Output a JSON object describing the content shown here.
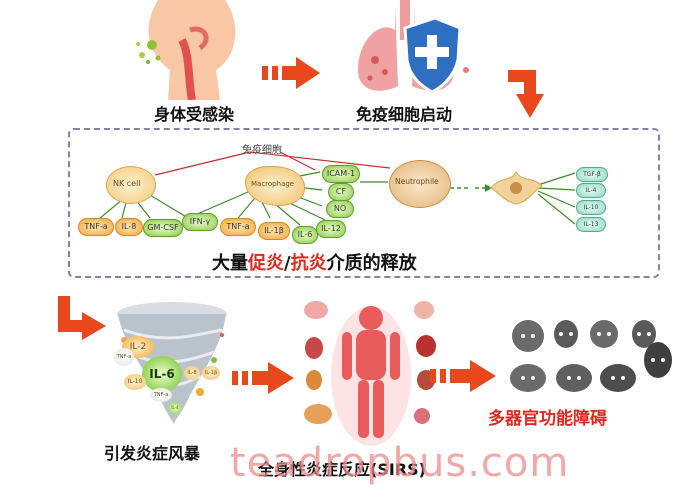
{
  "steps": {
    "infection": "身体受感染",
    "immune_start": "免疫细胞启动",
    "release_prefix": "大量",
    "release_pro": "促炎",
    "release_sep": "/",
    "release_anti": "抗炎",
    "release_suffix": "介质的释放",
    "storm": "引发炎症风暴",
    "sirs": "全身性炎症反应(SIRS)",
    "mof": "多器官功能障碍"
  },
  "diagram": {
    "immune_cell_label": "免疫细胞",
    "nk_cell": "NK cell",
    "macrophage": "Macrophage",
    "neutrophile": "Neutrophile",
    "nk_products": [
      "TNF-a",
      "IL-8",
      "GM-CSF",
      "IFN-γ"
    ],
    "macro_products": [
      "TNF-a",
      "IL-1β",
      "IL-6",
      "IL-12"
    ],
    "macro_green": [
      "ICAM-1",
      "CF",
      "NO"
    ],
    "anti_products": [
      "TGF-β",
      "IL-4",
      "IL-10",
      "IL-13"
    ]
  },
  "storm": {
    "cytokines": [
      "IL-2",
      "IL-6",
      "TNF-a",
      "IL-10",
      "IL-8",
      "IL-1β",
      "TNF-a",
      "IL-4"
    ]
  },
  "watermark": "teadropbus.com",
  "colors": {
    "arrow": "#e8481c",
    "accent_red": "#e0281e",
    "dashed_border": "#8a7fa8"
  }
}
